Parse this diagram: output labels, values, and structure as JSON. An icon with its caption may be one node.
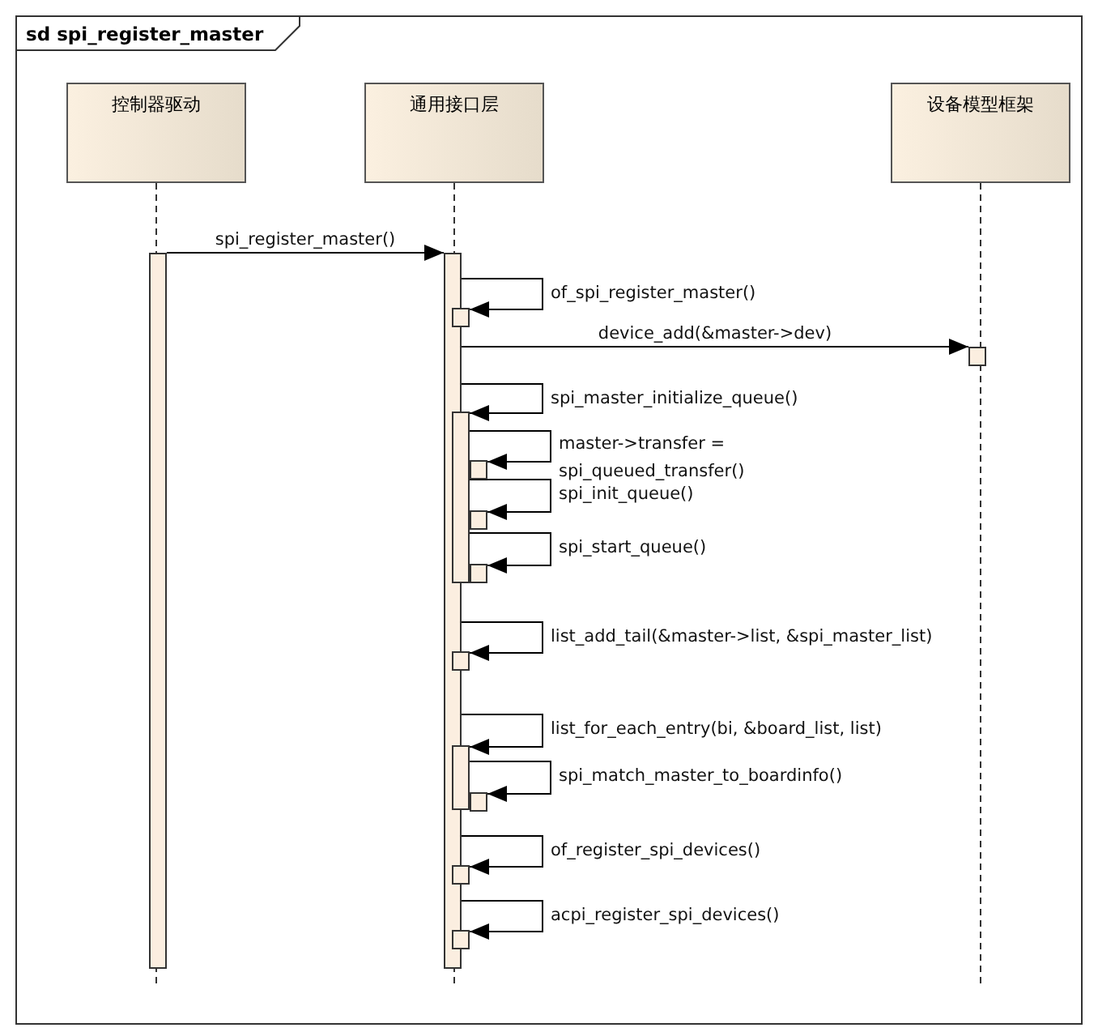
{
  "diagram": {
    "title": "sd spi_register_master",
    "nodes": [
      {
        "text": [
          "控制器驱动"
        ]
      },
      {
        "text": [
          "通用接口层"
        ]
      },
      {
        "text": [
          "设备模型框架"
        ]
      },
      {
        "text": [],
        "shape": "bar"
      },
      {
        "text": [],
        "shape": "bar"
      },
      {
        "text": [],
        "shape": "bar"
      },
      {
        "text": [],
        "shape": "bar"
      },
      {
        "text": [],
        "shape": "bar"
      },
      {
        "text": [],
        "shape": "bar"
      },
      {
        "text": [],
        "shape": "bar"
      },
      {
        "text": [],
        "shape": "bar"
      },
      {
        "text": [],
        "shape": "bar"
      },
      {
        "text": [],
        "shape": "bar"
      },
      {
        "text": [],
        "shape": "bar"
      },
      {
        "text": [],
        "shape": "bar"
      },
      {
        "text": [],
        "shape": "bar"
      }
    ],
    "edges": [
      {
        "from": 3,
        "to": 4,
        "arrow": "to",
        "label": "spi_register_master()"
      },
      {
        "from": 4,
        "to": 6,
        "arrow": "to",
        "label": "of_spi_register_master()"
      },
      {
        "from": 4,
        "to": 5,
        "arrow": "to",
        "label": "device_add(&master->dev)"
      },
      {
        "from": 4,
        "to": 7,
        "arrow": "to",
        "label": "spi_master_initialize_queue()"
      },
      {
        "from": 7,
        "to": 8,
        "arrow": "to",
        "label": "master->transfer = spi_queued_transfer()"
      },
      {
        "from": 7,
        "to": 9,
        "arrow": "to",
        "label": "spi_init_queue()"
      },
      {
        "from": 7,
        "to": 10,
        "arrow": "to",
        "label": "spi_start_queue()"
      },
      {
        "from": 4,
        "to": 11,
        "arrow": "to",
        "label": "list_add_tail(&master->list, &spi_master_list)"
      },
      {
        "from": 4,
        "to": 12,
        "arrow": "to",
        "label": "list_for_each_entry(bi, &board_list, list)"
      },
      {
        "from": 12,
        "to": 13,
        "arrow": "to",
        "label": "spi_match_master_to_boardinfo()"
      },
      {
        "from": 4,
        "to": 14,
        "arrow": "to",
        "label": "of_register_spi_devices()"
      },
      {
        "from": 4,
        "to": 15,
        "arrow": "to",
        "label": "acpi_register_spi_devices()"
      }
    ]
  }
}
